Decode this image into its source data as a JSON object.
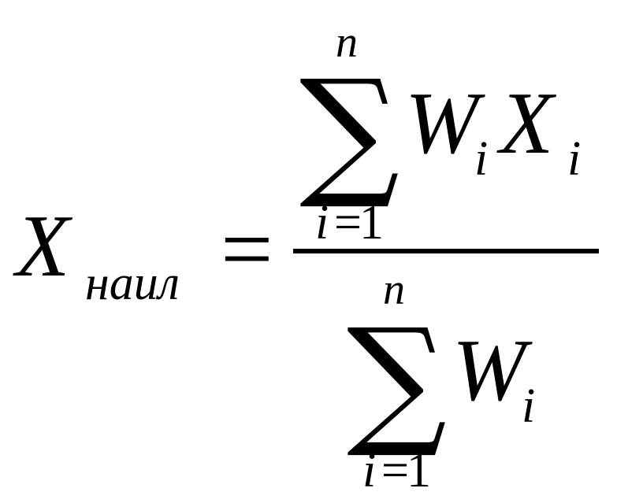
{
  "formula": {
    "lhs": {
      "variable": "X",
      "subscript": "наил"
    },
    "equals": "=",
    "numerator": {
      "sum_symbol": "∑",
      "upper_limit": "n",
      "lower_index": "i",
      "lower_equals": "=",
      "lower_start": "1",
      "weight": "W",
      "weight_index": "i",
      "value": "X",
      "value_index": "i"
    },
    "denominator": {
      "sum_symbol": "∑",
      "upper_limit": "n",
      "lower_index": "i",
      "lower_equals": "=",
      "lower_start": "1",
      "weight": "W",
      "weight_index": "i"
    }
  }
}
